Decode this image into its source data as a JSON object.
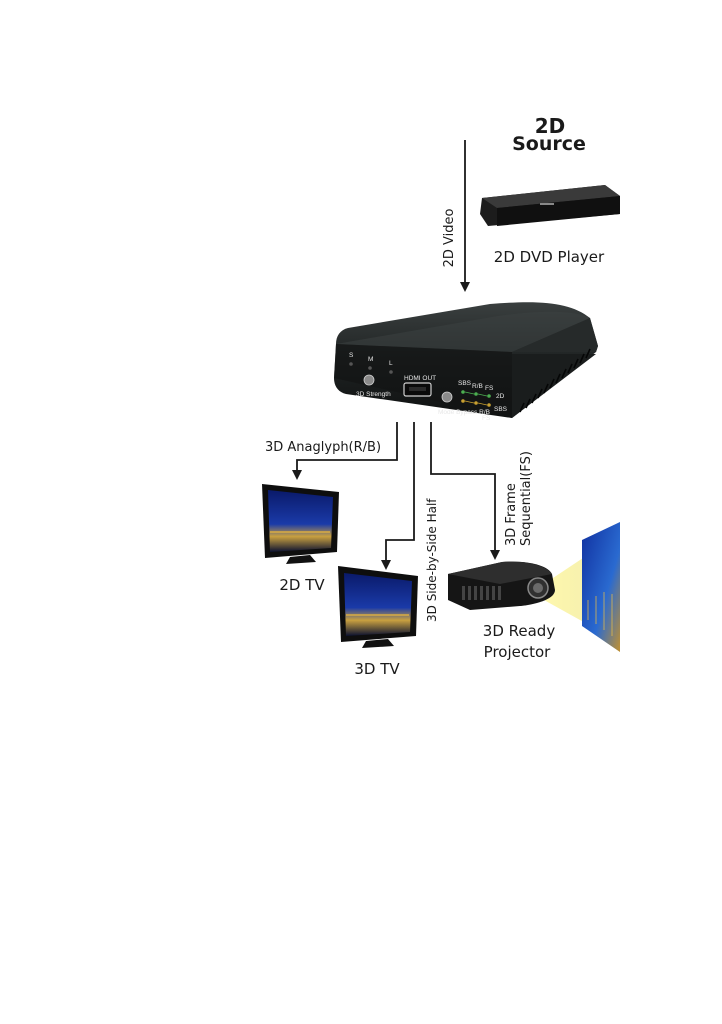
{
  "source": {
    "line1": "2D",
    "line2": "Source"
  },
  "dvd_player_label": "2D DVD Player",
  "input_label": "2D Video",
  "device": {
    "strength_marks": [
      "S",
      "M",
      "L"
    ],
    "strength_label": "3D Strength",
    "hdmi_label": "HDMI OUT",
    "mode_top_labels": [
      "SBS",
      "R/B",
      "FS"
    ],
    "mode_bottom_label": "Mode Bypass R/B",
    "mode_fs": "FS",
    "mode_2d": "2D",
    "mode_sbs": "SBS"
  },
  "outputs": {
    "anaglyph": "3D Anaglyph(R/B)",
    "side_by_side": "3D Side-by-Side Half",
    "frame_seq_1": "3D Frame",
    "frame_seq_2": "Sequential(FS)"
  },
  "targets": {
    "tv_2d": "2D TV",
    "tv_3d": "3D TV",
    "projector_1": "3D Ready",
    "projector_2": "Projector"
  }
}
